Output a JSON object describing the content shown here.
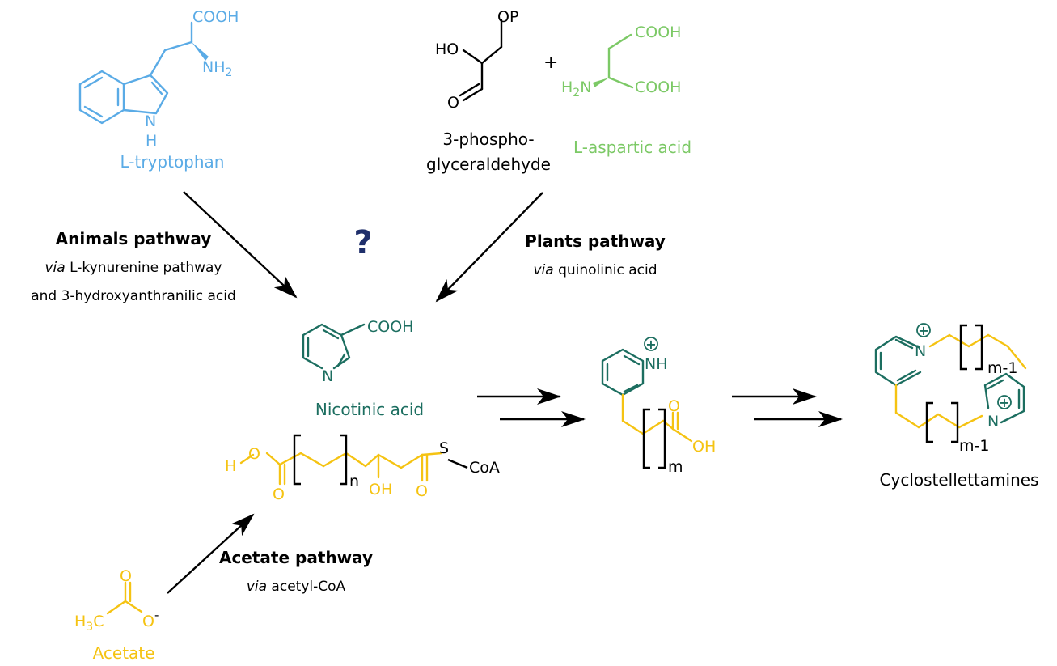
{
  "colors": {
    "tryptophan": "#5aabe6",
    "aspartic": "#7cc966",
    "nicotinic": "#1c6e60",
    "acetate": "#f5c312",
    "black": "#000000",
    "question": "#1f2f6b"
  },
  "tryptophan": {
    "cooh": "COOH",
    "nh": "NH",
    "nh_sub": "2",
    "n": "N",
    "h": "H",
    "name": "L-tryptophan"
  },
  "pga": {
    "op": "OP",
    "ho": "HO",
    "o": "O",
    "name_line1": "3-phospho-",
    "name_line2": "glyceraldehyde"
  },
  "plus": "+",
  "aspartic": {
    "cooh1": "COOH",
    "cooh2": "COOH",
    "h": "H",
    "h_sub": "2",
    "n": "N",
    "name": "L-aspartic acid"
  },
  "question": "?",
  "animals": {
    "title": "Animals pathway",
    "via": "via",
    "line1_rest": " L-kynurenine pathway",
    "line2": "and 3-hydroxyanthranilic acid"
  },
  "plants": {
    "title": "Plants pathway",
    "via": "via",
    "line1_rest": " quinolinic acid"
  },
  "nicotinic": {
    "cooh": "COOH",
    "n": "N",
    "name": "Nicotinic acid"
  },
  "polyketide": {
    "h": "H",
    "o1": "O",
    "o2": "O",
    "n_sub": "n",
    "oh": "OH",
    "o3": "O",
    "s": "S",
    "coa": "CoA"
  },
  "intermediate": {
    "plus": "+",
    "n": "N",
    "h": "H",
    "o": "O",
    "oh": "OH",
    "m": "m"
  },
  "cyclo": {
    "plus1": "+",
    "n1": "N",
    "m1": "m-1",
    "plus2": "+",
    "n2": "N",
    "m2": "m-1",
    "name": "Cyclostellettamines"
  },
  "acetate_path": {
    "title": "Acetate pathway",
    "via": "via",
    "line1_rest": " acetyl-CoA"
  },
  "acetate": {
    "o": "O",
    "h": "H",
    "h_sub": "3",
    "c": "C",
    "o2": "O",
    "minus": "-",
    "name": "Acetate"
  }
}
